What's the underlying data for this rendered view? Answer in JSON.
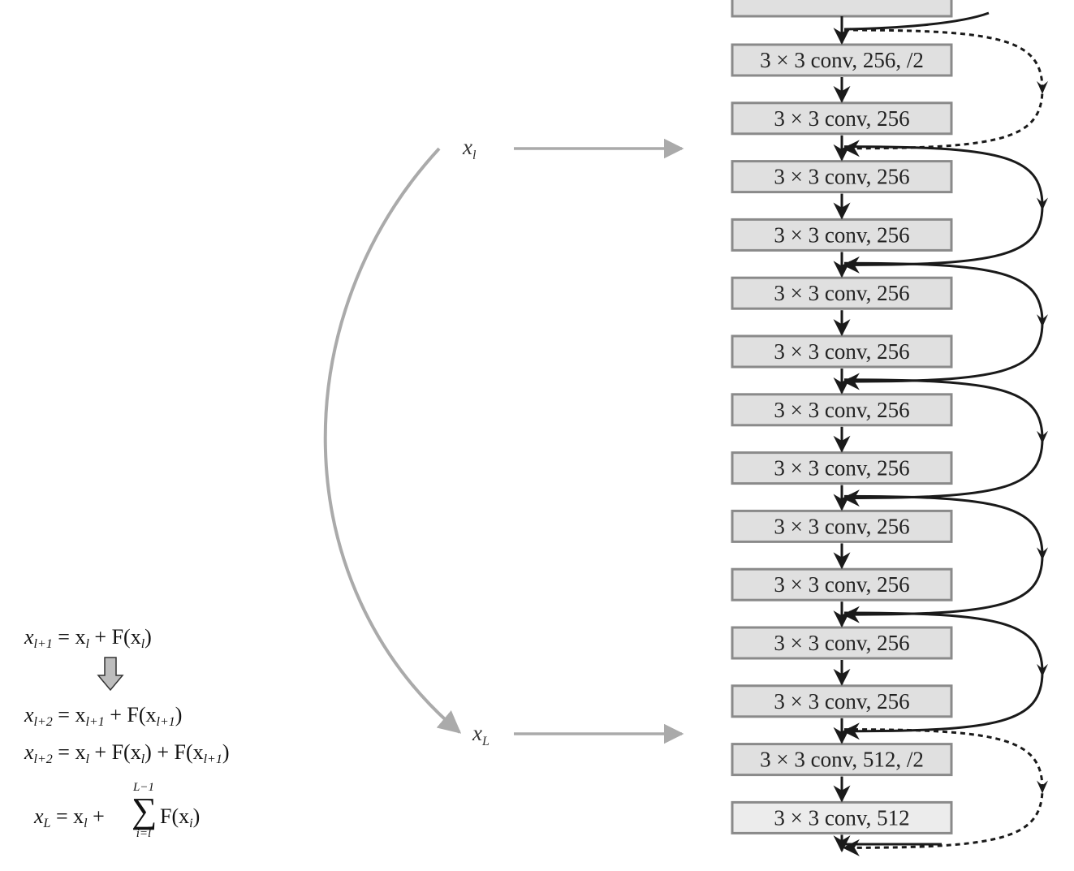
{
  "layers": [
    {
      "label": "3 × 3 conv, 256, /2"
    },
    {
      "label": "3 × 3 conv, 256"
    },
    {
      "label": "3 × 3 conv, 256"
    },
    {
      "label": "3 × 3 conv, 256"
    },
    {
      "label": "3 × 3 conv, 256"
    },
    {
      "label": "3 × 3 conv, 256"
    },
    {
      "label": "3 × 3 conv, 256"
    },
    {
      "label": "3 × 3 conv, 256"
    },
    {
      "label": "3 × 3 conv, 256"
    },
    {
      "label": "3 × 3 conv, 256"
    },
    {
      "label": "3 × 3 conv, 256"
    },
    {
      "label": "3 × 3 conv, 256"
    },
    {
      "label": "3 × 3 conv, 512, /2"
    },
    {
      "label": "3 × 3 conv, 512"
    }
  ],
  "shortcuts": [
    {
      "from": 0,
      "to": 1,
      "style": "dashed"
    },
    {
      "from": 2,
      "to": 3,
      "style": "solid"
    },
    {
      "from": 4,
      "to": 5,
      "style": "solid"
    },
    {
      "from": 6,
      "to": 7,
      "style": "solid"
    },
    {
      "from": 8,
      "to": 9,
      "style": "solid"
    },
    {
      "from": 10,
      "to": 11,
      "style": "solid"
    },
    {
      "from": 12,
      "to": 13,
      "style": "dashed"
    }
  ],
  "labels": {
    "x_l": {
      "base": "x",
      "sub": "l"
    },
    "x_L": {
      "base": "x",
      "sub": "L"
    }
  },
  "equations": {
    "eq1": {
      "lhs_base": "x",
      "lhs_sub": "l+1",
      "rhs": "= x",
      "rhs_sub": "l",
      "rhs_tail": " + F(x",
      "rhs_tail_sub": "l",
      "rhs_end": ")"
    },
    "eq2": {
      "lhs_base": "x",
      "lhs_sub": "l+2",
      "rhs": "= x",
      "rhs_sub": "l+1",
      "rhs_tail": " + F(x",
      "rhs_tail_sub": "l+1",
      "rhs_end": ")"
    },
    "eq3": {
      "lhs_base": "x",
      "lhs_sub": "l+2",
      "rhs": "= x",
      "rhs_sub": "l",
      "mid": " + F(x",
      "mid_sub": "l",
      "mid_end": ") + F(x",
      "tail_sub": "l+1",
      "rhs_end": ")"
    },
    "eq4": {
      "lhs_base": "x",
      "lhs_sub": "L",
      "rhs": "= x",
      "rhs_sub": "l",
      "plus": " +",
      "sum_symbol": "∑",
      "sum_upper": "L−1",
      "sum_lower": "i=l",
      "term": "F(x",
      "term_sub": "i",
      "term_end": ")"
    }
  },
  "colors": {
    "box_fill": "#e0e0e0",
    "box_stroke": "#8a8a8a",
    "flow_arrow": "#1a1a1a",
    "pointer_arrow": "#aaaaaa",
    "down_arrow_fill": "#bdbdbd"
  }
}
